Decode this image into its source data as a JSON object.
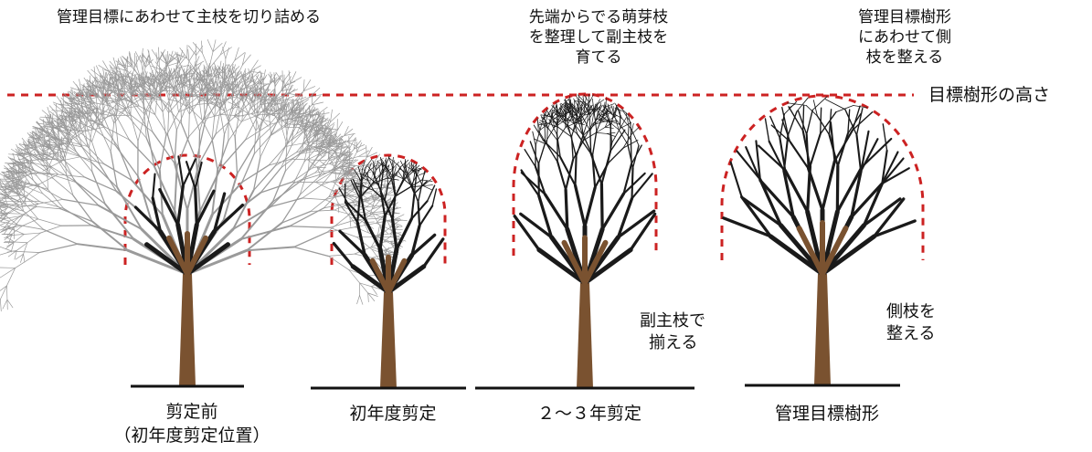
{
  "annotations": {
    "top_left": "管理目標にあわせて主枝を切り詰める",
    "top_mid": [
      "先端からでる萌芽枝",
      "を整理して副主枝を",
      "育てる"
    ],
    "top_right": [
      "管理目標樹形",
      "にあわせて側",
      "枝を整える"
    ],
    "target_height": "目標樹形の高さ",
    "side_stage3": [
      "副主枝で",
      "揃える"
    ],
    "side_stage4": [
      "側枝を",
      "整える"
    ]
  },
  "stages": [
    {
      "caption": "剪定前",
      "caption2": "（初年度剪定位置）"
    },
    {
      "caption": "初年度剪定"
    },
    {
      "caption": "２～３年剪定"
    },
    {
      "caption": "管理目標樹形"
    }
  ],
  "colors": {
    "trunk": "#7a5230",
    "branch": "#1a1a1a",
    "pruned_branch": "#9a9a9a",
    "guide_line": "#cc2222",
    "ground": "#111111"
  }
}
